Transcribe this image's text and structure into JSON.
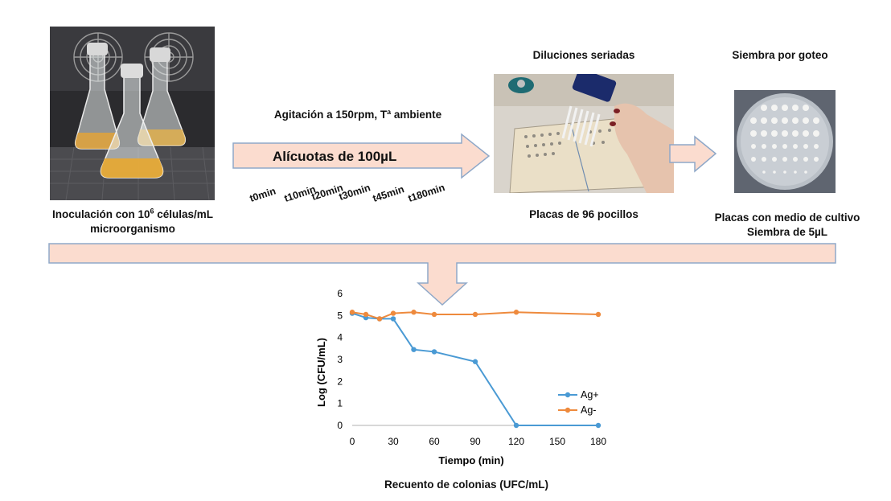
{
  "steps": {
    "inoculation": {
      "caption_prefix": "Inoculación con 10",
      "caption_exp": "6",
      "caption_suffix": " células/mL",
      "caption_line2": "microorganismo"
    },
    "agitation": {
      "title": "Agitación a 150rpm, Tª ambiente",
      "arrow_label": "Alícuotas de 100µL",
      "timepoints": [
        "t0min",
        "t10min",
        "t20min",
        "t30min",
        "t45min",
        "t180min"
      ]
    },
    "dilutions": {
      "title": "Diluciones seriadas",
      "caption": "Placas de 96 pocillos"
    },
    "plating": {
      "title": "Siembra por goteo",
      "caption_line1": "Placas con medio de cultivo",
      "caption_line2": "Siembra de 5µL"
    },
    "result_caption": "Recuento de colonias (UFC/mL)"
  },
  "colors": {
    "arrow_fill": "#fbdccf",
    "arrow_stroke": "#8fa8c8",
    "series_ag_plus": "#4a9ad4",
    "series_ag_minus": "#ee8a3d"
  },
  "chart_data": {
    "type": "line",
    "xlabel": "Tiempo (min)",
    "ylabel": "Log (CFU/mL)",
    "xlim": [
      0,
      180
    ],
    "ylim": [
      0,
      6
    ],
    "xticks": [
      0,
      30,
      60,
      90,
      120,
      150,
      180
    ],
    "yticks": [
      0,
      1,
      2,
      3,
      4,
      5,
      6
    ],
    "grid": false,
    "legend_position": "right",
    "series": [
      {
        "name": "Ag+",
        "color": "#4a9ad4",
        "x": [
          0,
          10,
          20,
          30,
          45,
          60,
          90,
          120,
          180
        ],
        "y": [
          5.1,
          4.9,
          4.85,
          4.85,
          3.45,
          3.35,
          2.9,
          0,
          0
        ]
      },
      {
        "name": "Ag-",
        "color": "#ee8a3d",
        "x": [
          0,
          10,
          20,
          30,
          45,
          60,
          90,
          120,
          180
        ],
        "y": [
          5.15,
          5.05,
          4.85,
          5.1,
          5.15,
          5.05,
          5.05,
          5.15,
          5.05
        ]
      }
    ]
  }
}
